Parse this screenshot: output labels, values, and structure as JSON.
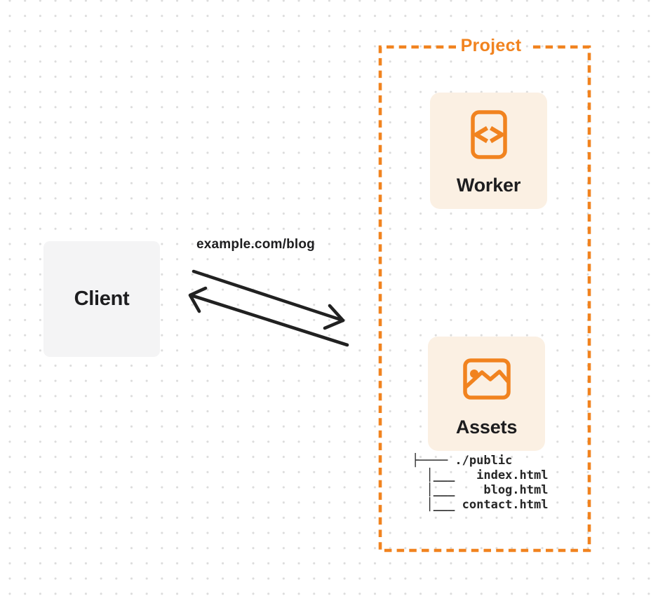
{
  "diagram": {
    "client": {
      "label": "Client"
    },
    "request_url": "example.com/blog",
    "project": {
      "label": "Project",
      "worker": {
        "label": "Worker",
        "icon": "code-file-icon"
      },
      "assets": {
        "label": "Assets",
        "icon": "image-icon",
        "file_tree_lines": [
          "├──── ./public",
          "  │___   index.html",
          "  │___    blog.html",
          "  │___ contact.html"
        ]
      }
    },
    "colors": {
      "accent_orange": "#F1831F",
      "card_background": "#FBF0E3",
      "client_background": "#F4F4F5",
      "arrow_dark": "#212121",
      "text_dark": "#1D1D1F",
      "dot_grid": "#DCDCDC"
    }
  }
}
